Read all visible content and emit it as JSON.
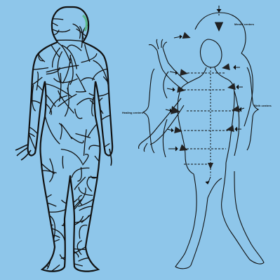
{
  "colors": {
    "background": "#8ec6ea",
    "ink": "#111111",
    "marker": "#59b98b"
  },
  "labels": {
    "top_right": "Mental centers",
    "left_bracket": "Healing centers",
    "right_lower": "Birth centers"
  }
}
